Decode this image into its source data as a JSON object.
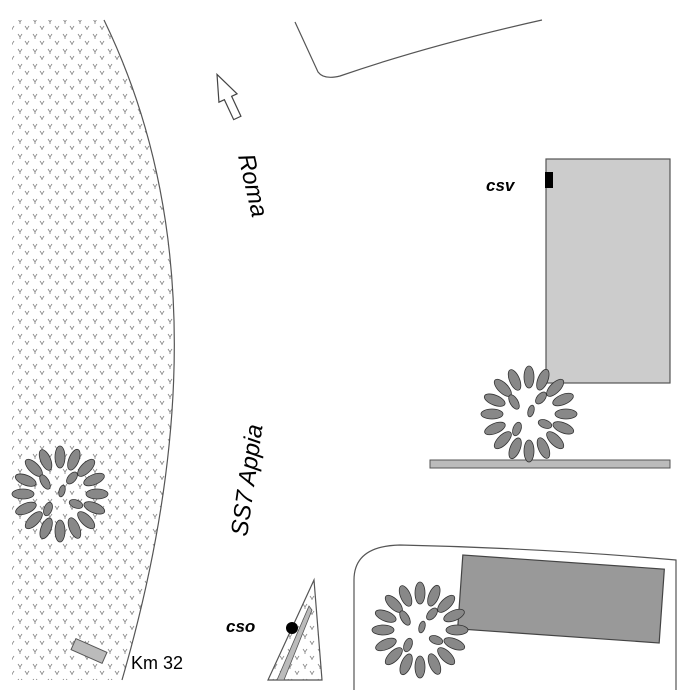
{
  "map": {
    "road": {
      "name": "SS7 Appia",
      "direction_label": "Roma"
    },
    "points": {
      "csv": {
        "label": "csv"
      },
      "cso": {
        "label": "cso"
      }
    },
    "km_marker": {
      "label": "Km 32"
    },
    "colors": {
      "building_light": "#cccccc",
      "building_dark": "#999999",
      "marker_black": "#000000",
      "tree_fill": "#888888",
      "vegetation_mark": "#888888",
      "outline": "#444444"
    },
    "icons": {
      "direction_arrow": "arrow-up-icon",
      "tree": "tree-icon"
    }
  }
}
